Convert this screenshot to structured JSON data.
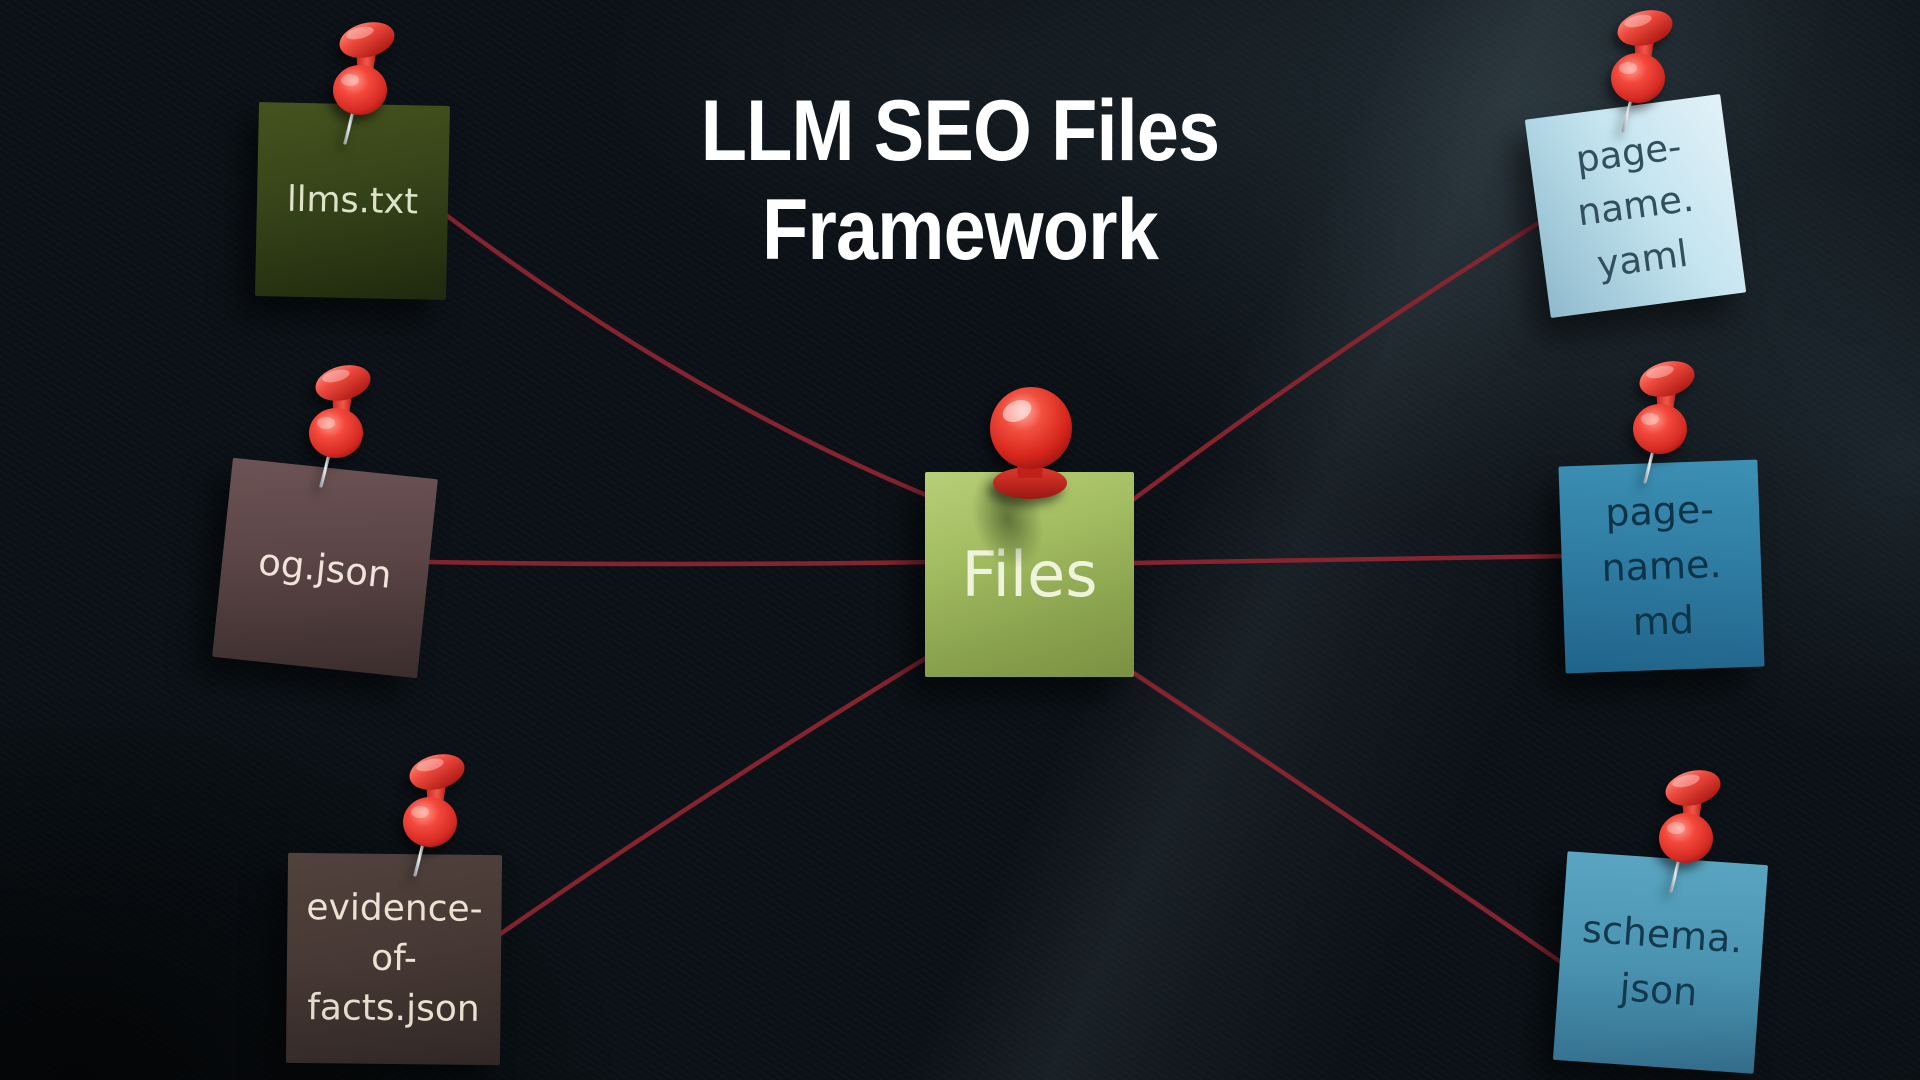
{
  "title": {
    "lines": [
      "LLM SEO Files",
      "Framework"
    ]
  },
  "center_note": {
    "label": "Files",
    "color": "#9cb75b",
    "text_color": "#f0f3dc"
  },
  "notes": [
    {
      "id": "llms-txt",
      "label": "llms.txt",
      "label_lines": [
        "llms.txt"
      ],
      "position": "top-left",
      "color": "#36441a",
      "text_color": "#dde2c9"
    },
    {
      "id": "og-json",
      "label": "og.json",
      "label_lines": [
        "og.json"
      ],
      "position": "middle-left",
      "color": "#5b4546",
      "text_color": "#efe3da"
    },
    {
      "id": "evidence-of-facts-json",
      "label": "evidence-of-facts.json",
      "label_lines": [
        "evidence-",
        "of-",
        "facts.json"
      ],
      "position": "bottom-left",
      "color": "#463834",
      "text_color": "#ece2d2"
    },
    {
      "id": "page-name-yaml",
      "label": "page-name.yaml",
      "label_lines": [
        "page-",
        "name.",
        "yaml"
      ],
      "position": "top-right",
      "color": "#c3e4ef",
      "text_color": "#324f5d"
    },
    {
      "id": "page-name-md",
      "label": "page-name.md",
      "label_lines": [
        "page-",
        "name.",
        "md"
      ],
      "position": "middle-right",
      "color": "#2e7ba1",
      "text_color": "#0e3347"
    },
    {
      "id": "schema-json",
      "label": "schema.json",
      "label_lines": [
        "schema.",
        "json"
      ],
      "position": "bottom-right",
      "color": "#4a94b2",
      "text_color": "#14394f"
    }
  ],
  "connections": [
    {
      "from": "llms.txt",
      "to": "Files"
    },
    {
      "from": "og.json",
      "to": "Files"
    },
    {
      "from": "evidence-of-facts.json",
      "to": "Files"
    },
    {
      "from": "page-name.yaml",
      "to": "Files"
    },
    {
      "from": "page-name.md",
      "to": "Files"
    },
    {
      "from": "schema.json",
      "to": "Files"
    }
  ],
  "decor": {
    "string_color": "#8c2530",
    "pushpin_color": "#e8392f",
    "background_color": "#0b1116",
    "title_color": "#ffffff"
  }
}
